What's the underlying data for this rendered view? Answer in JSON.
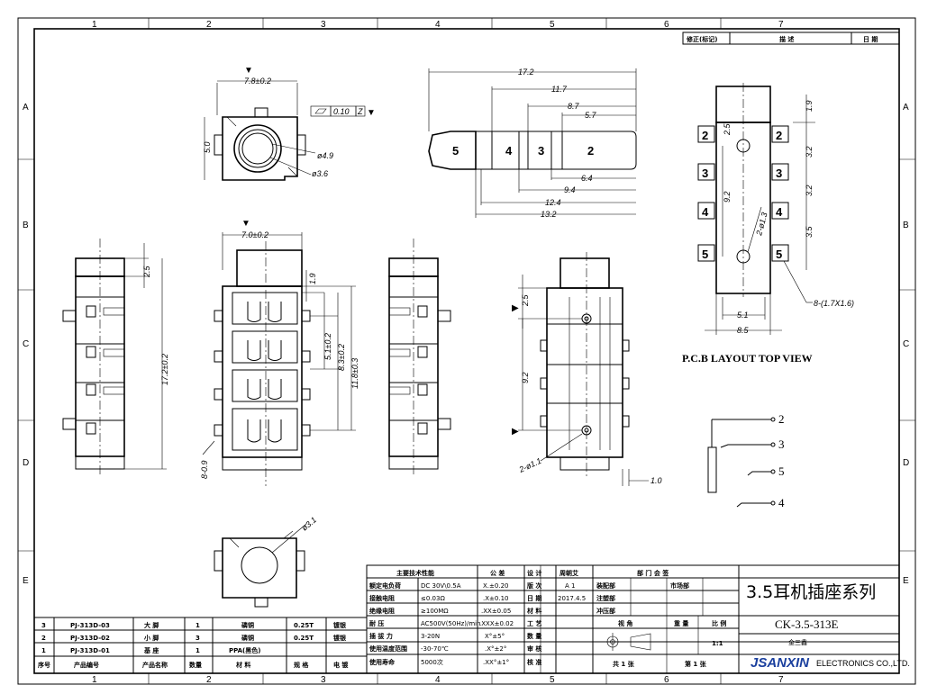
{
  "border": {
    "cols": [
      "1",
      "2",
      "3",
      "4",
      "5",
      "6",
      "7"
    ],
    "rows": [
      "A",
      "B",
      "C",
      "D",
      "E"
    ]
  },
  "revision_header": {
    "mark": "修正(标记)",
    "desc": "描 述",
    "date": "日 期"
  },
  "dims": {
    "top_width": "7.8±0.2",
    "top_height": "5.0",
    "flatness": "0.10",
    "flat_datum": "Z",
    "phi49": "ø4.9",
    "phi36": "ø3.6",
    "d172": "17.2",
    "d117": "11.7",
    "d87": "8.7",
    "d57": "5.7",
    "d64": "6.4",
    "d94": "9.4",
    "d124": "12.4",
    "d132": "13.2",
    "front_width": "7.0±0.2",
    "d25": "2.5",
    "d19": "1.9",
    "d51": "5.1±0.2",
    "d83": "8.3±0.2",
    "d118": "11.8±0.3",
    "d172v": "17.2±0.2",
    "d09": "8-0.9",
    "side_25": "2.5",
    "side_92": "9.2",
    "side_hole": "2-ø1.1",
    "side_10": "1.0",
    "bottom_phi": "ø3.1",
    "pcb_19": "1.9",
    "pcb_25": "2.5",
    "pcb_32a": "3.2",
    "pcb_32b": "3.2",
    "pcb_35": "3.5",
    "pcb_92": "9.2",
    "pcb_hole": "2-ø1.3",
    "pcb_51": "5.1",
    "pcb_85": "8.5",
    "pcb_pad": "8-(1.7X1.6)"
  },
  "plug_segments": [
    "5",
    "4",
    "3",
    "2"
  ],
  "pcb_pads": {
    "left": [
      "2",
      "3",
      "4",
      "5"
    ],
    "right": [
      "2",
      "3",
      "4",
      "5"
    ]
  },
  "pcb_title": "P.C.B LAYOUT TOP VIEW",
  "schematic_pins": [
    "2",
    "3",
    "5",
    "4"
  ],
  "specs": {
    "header": "主要技术性能",
    "rows": [
      {
        "k": "额定电负荷",
        "v": "DC 30V\\0.5A"
      },
      {
        "k": "接触电阻",
        "v": "≤0.03Ω"
      },
      {
        "k": "绝缘电阻",
        "v": "≥100MΩ"
      },
      {
        "k": "耐    压",
        "v": "AC500V(50Hz)/min"
      },
      {
        "k": "插 拔 力",
        "v": "3-20N"
      },
      {
        "k": "使用温度范围",
        "v": "-30-70℃"
      },
      {
        "k": "使用寿命",
        "v": "5000次"
      }
    ]
  },
  "tolerance": {
    "header": "公 差",
    "rows": [
      "X.±0.20",
      ".X±0.10",
      ".XX±0.05",
      ".XXX±0.02",
      "X°±5°",
      ".X°±2°",
      ".XX°±1°"
    ]
  },
  "signoff": {
    "labels": [
      "设 计",
      "版 次",
      "日 期",
      "材 料",
      "工 艺",
      "数 量",
      "审 核",
      "核 准"
    ],
    "designer": "周朝艾",
    "version": "A 1",
    "date": "2017.4.5"
  },
  "departments": {
    "header": "部 门 会 签",
    "rows": [
      "装配部",
      "注塑部",
      "冲压部"
    ],
    "market": "市场部",
    "view_label": "视 角",
    "weight_label": "重 量",
    "scale_label": "比 例",
    "scale": "1:1",
    "total": "共 1 张",
    "sheet": "第 1 张"
  },
  "title_block": {
    "title": "3.5耳机插座系列",
    "part_no": "CK-3.5-313E",
    "company_cn": "金三鑫",
    "brand": "JSANXIN",
    "company_en": "ELECTRONICS CO.,LTD."
  },
  "bom": {
    "headers": [
      "序号",
      "产品编号",
      "产品名称",
      "数量",
      "材 料",
      "规 格",
      "电 镀"
    ],
    "rows": [
      [
        "3",
        "PJ-313D-03",
        "大 脚",
        "1",
        "磷铜",
        "0.25T",
        "镀银"
      ],
      [
        "2",
        "PJ-313D-02",
        "小 脚",
        "3",
        "磷铜",
        "0.25T",
        "镀银"
      ],
      [
        "1",
        "PJ-313D-01",
        "基 座",
        "1",
        "PPA(黑色)",
        "",
        ""
      ]
    ]
  }
}
